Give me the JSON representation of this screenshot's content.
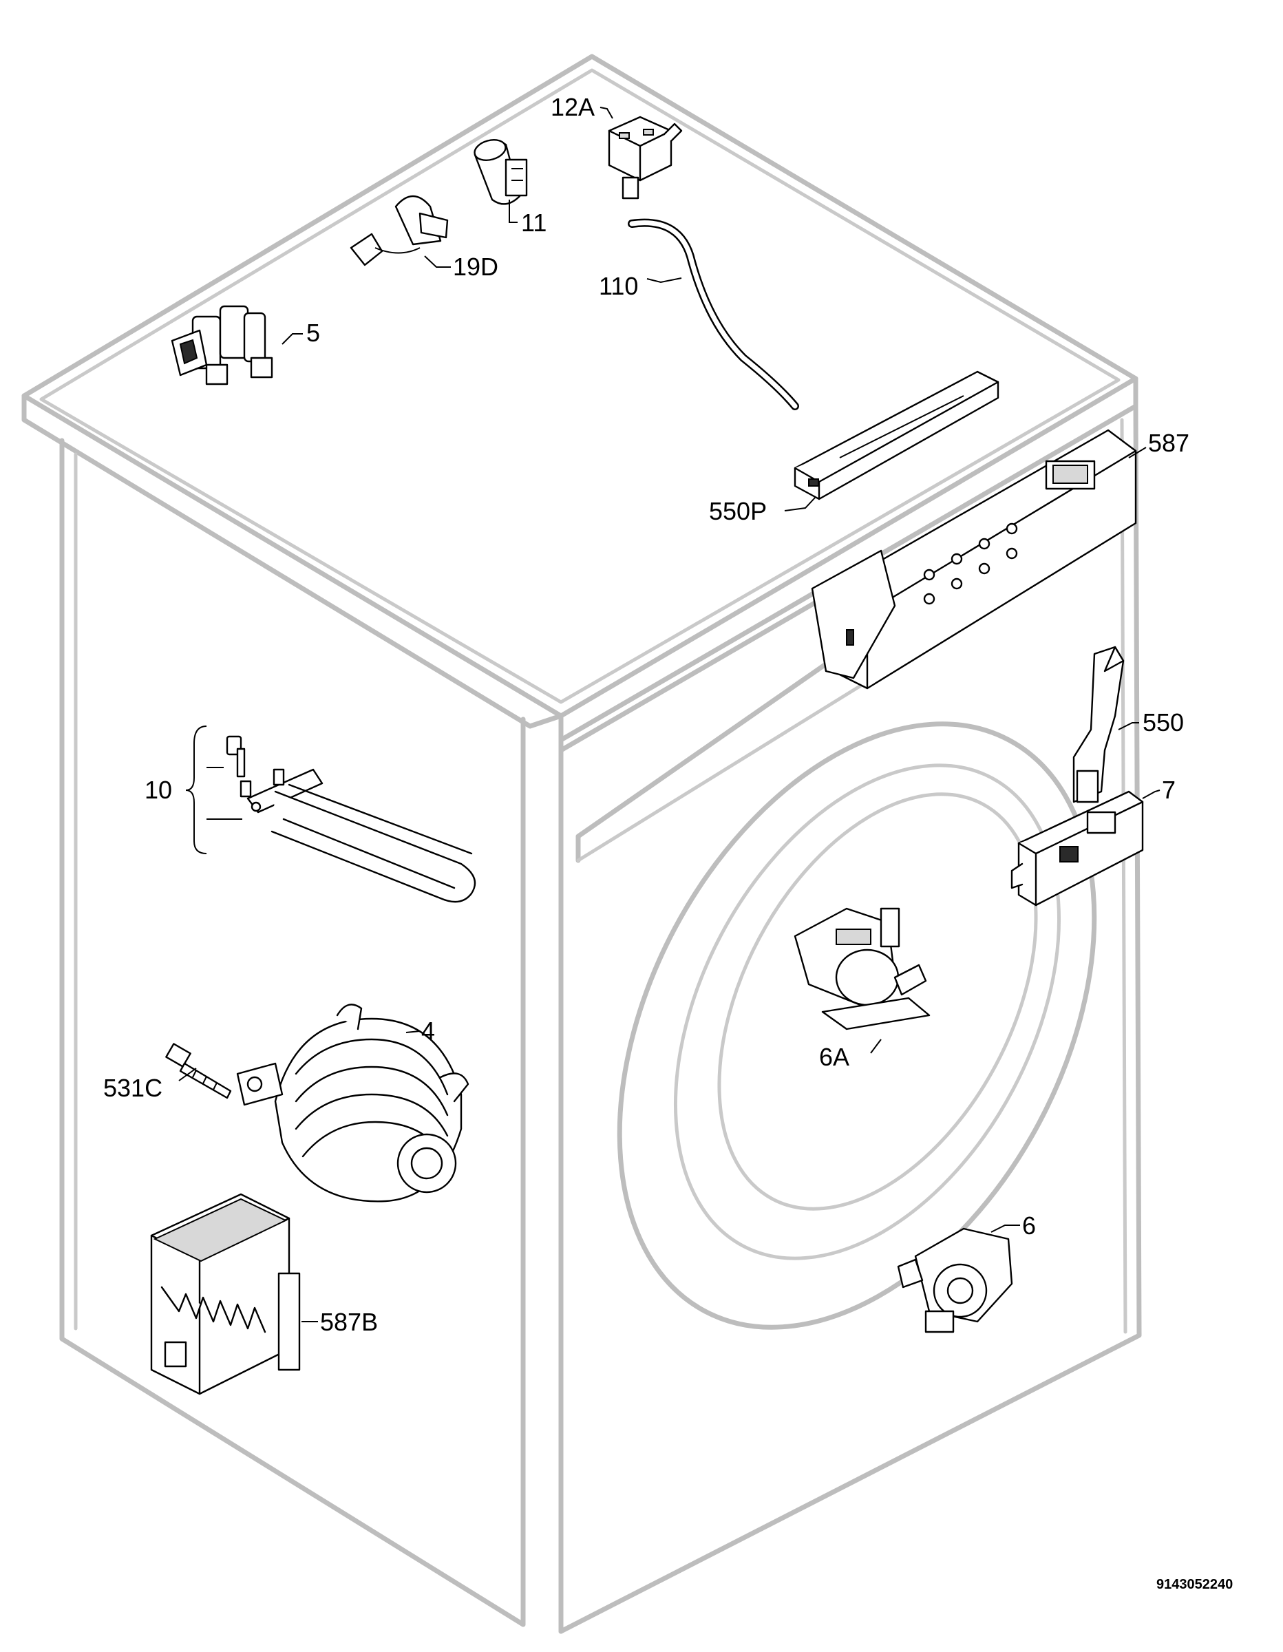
{
  "diagram": {
    "code": "9143052240",
    "labels": {
      "p12A": "12A",
      "p11": "11",
      "p19D": "19D",
      "p110": "110",
      "p5": "5",
      "p587": "587",
      "p550P": "550P",
      "p550": "550",
      "p10": "10",
      "p7": "7",
      "p6A": "6A",
      "p4": "4",
      "p531C": "531C",
      "p6": "6",
      "p587B": "587B"
    }
  }
}
